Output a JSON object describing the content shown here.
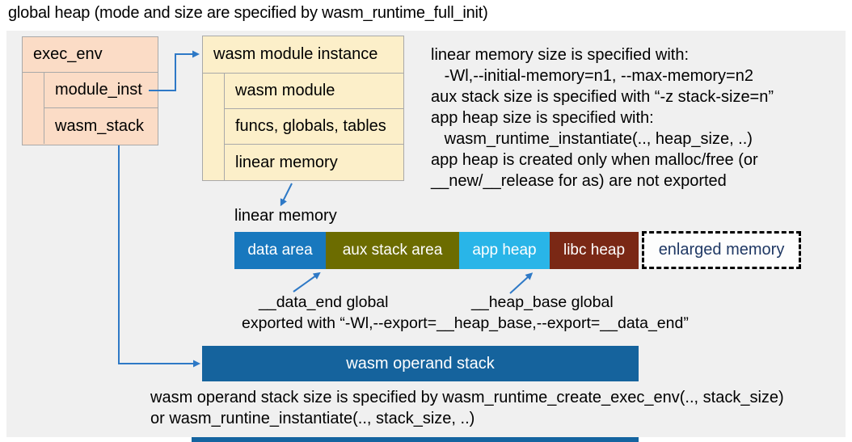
{
  "title": "global heap (mode and size are specified by wasm_runtime_full_init)",
  "exec_env": {
    "header": "exec_env",
    "rows": [
      {
        "label": "module_inst"
      },
      {
        "label": "wasm_stack"
      }
    ]
  },
  "module_instance": {
    "header": "wasm module instance",
    "rows": [
      {
        "label": "wasm module"
      },
      {
        "label": "funcs, globals, tables"
      },
      {
        "label": "linear memory"
      }
    ]
  },
  "notes_right": [
    "linear memory size is specified with:",
    "   -Wl,--initial-memory=n1, --max-memory=n2",
    "aux stack size is specified with “-z stack-size=n”",
    "app heap size is specified with:",
    "   wasm_runtime_instantiate(.., heap_size, ..)",
    "app heap is created only when malloc/free (or",
    "__new/__release for as) are not exported"
  ],
  "linear_memory": {
    "label": "linear memory",
    "segments": [
      {
        "label": "data area",
        "color": "#1878BE"
      },
      {
        "label": "aux stack area",
        "color": "#6C6C00"
      },
      {
        "label": "app heap",
        "color": "#29B5E8"
      },
      {
        "label": "libc heap",
        "color": "#7A2815"
      },
      {
        "label": "enlarged memory",
        "color": "#FDFDFD",
        "text_color": "#1F3864",
        "border": "dashed"
      }
    ]
  },
  "annotations": {
    "data_end": "__data_end global",
    "heap_base": "__heap_base global",
    "exported": "exported with “-Wl,--export=__heap_base,--export=__data_end”"
  },
  "operand_stack": {
    "label": "wasm operand stack",
    "color": "#15639D"
  },
  "notes_bottom": [
    "wasm operand stack size is specified by wasm_runtime_create_exec_env(.., stack_size)",
    "or wasm_runtine_instantiate(.., stack_size, ..)"
  ],
  "colors": {
    "diagram_background": "#F0F0F0",
    "exec_env_fill": "#FBDCC6",
    "module_instance_fill": "#FCEFC9",
    "box_border": "#A9A9A9",
    "arrow": "#2E79C6",
    "global_heap_bar": "#1464A0"
  }
}
